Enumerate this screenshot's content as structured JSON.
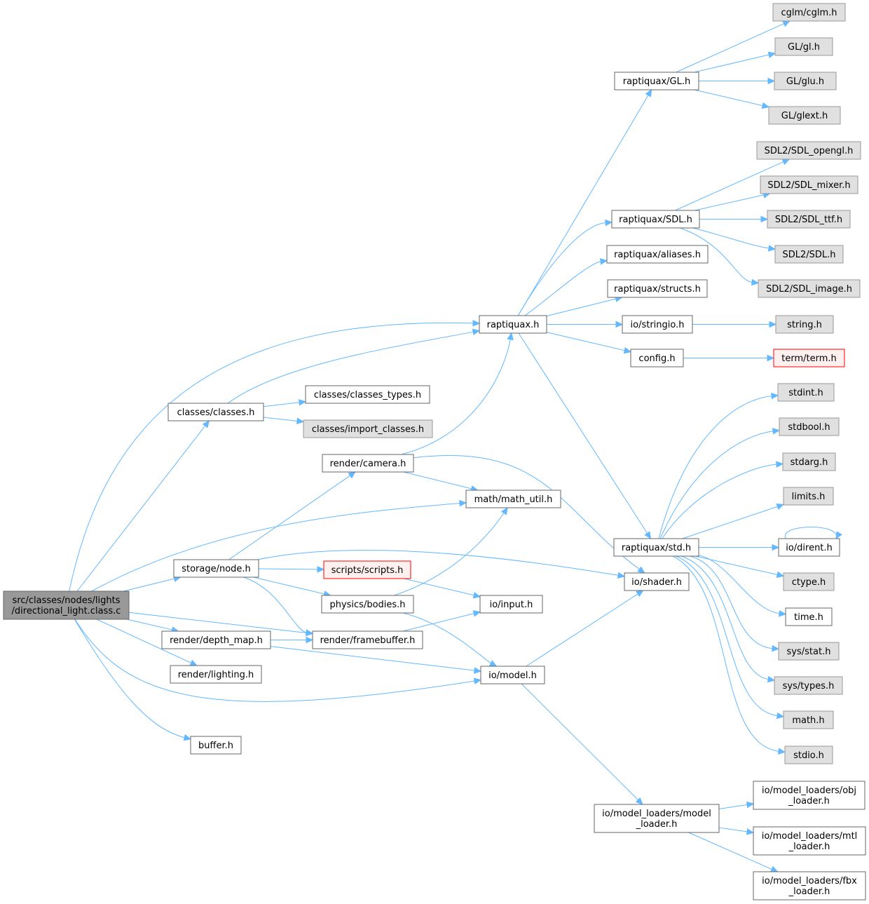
{
  "colors": {
    "edge": "#63b8ff",
    "root_fill": "#999999",
    "root_stroke": "#666666",
    "doc_fill": "#ffffff",
    "doc_stroke": "#666666",
    "system_fill": "#e0e0e0",
    "system_stroke": "#999999",
    "missing_fill": "#fff0f0",
    "missing_stroke": "#ff0000"
  },
  "nodes": {
    "root": {
      "lines": [
        "src/classes/nodes/lights",
        "/directional_light.class.c"
      ],
      "style": "root"
    },
    "raptiquax": {
      "lines": [
        "raptiquax.h"
      ],
      "style": "doc"
    },
    "rgl": {
      "lines": [
        "raptiquax/GL.h"
      ],
      "style": "doc"
    },
    "cglm": {
      "lines": [
        "cglm/cglm.h"
      ],
      "style": "system"
    },
    "glh": {
      "lines": [
        "GL/gl.h"
      ],
      "style": "system"
    },
    "gluh": {
      "lines": [
        "GL/glu.h"
      ],
      "style": "system"
    },
    "glexth": {
      "lines": [
        "GL/glext.h"
      ],
      "style": "system"
    },
    "rsdl": {
      "lines": [
        "raptiquax/SDL.h"
      ],
      "style": "doc"
    },
    "sdlopengl": {
      "lines": [
        "SDL2/SDL_opengl.h"
      ],
      "style": "system"
    },
    "sdlmixer": {
      "lines": [
        "SDL2/SDL_mixer.h"
      ],
      "style": "system"
    },
    "sdlttf": {
      "lines": [
        "SDL2/SDL_ttf.h"
      ],
      "style": "system"
    },
    "sdlh": {
      "lines": [
        "SDL2/SDL.h"
      ],
      "style": "system"
    },
    "sdlimage": {
      "lines": [
        "SDL2/SDL_image.h"
      ],
      "style": "system"
    },
    "raliases": {
      "lines": [
        "raptiquax/aliases.h"
      ],
      "style": "doc"
    },
    "rstructs": {
      "lines": [
        "raptiquax/structs.h"
      ],
      "style": "doc"
    },
    "stringio": {
      "lines": [
        "io/stringio.h"
      ],
      "style": "doc"
    },
    "stringh": {
      "lines": [
        "string.h"
      ],
      "style": "system"
    },
    "config": {
      "lines": [
        "config.h"
      ],
      "style": "doc"
    },
    "term": {
      "lines": [
        "term/term.h"
      ],
      "style": "missing"
    },
    "classes": {
      "lines": [
        "classes/classes.h"
      ],
      "style": "doc"
    },
    "classestypes": {
      "lines": [
        "classes/classes_types.h"
      ],
      "style": "doc"
    },
    "importclasses": {
      "lines": [
        "classes/import_classes.h"
      ],
      "style": "system"
    },
    "camera": {
      "lines": [
        "render/camera.h"
      ],
      "style": "doc"
    },
    "mathutil": {
      "lines": [
        "math/math_util.h"
      ],
      "style": "doc"
    },
    "rstd": {
      "lines": [
        "raptiquax/std.h"
      ],
      "style": "doc"
    },
    "stdint": {
      "lines": [
        "stdint.h"
      ],
      "style": "system"
    },
    "stdbool": {
      "lines": [
        "stdbool.h"
      ],
      "style": "system"
    },
    "stdarg": {
      "lines": [
        "stdarg.h"
      ],
      "style": "system"
    },
    "limits": {
      "lines": [
        "limits.h"
      ],
      "style": "system"
    },
    "dirent": {
      "lines": [
        "io/dirent.h"
      ],
      "style": "doc"
    },
    "ctype": {
      "lines": [
        "ctype.h"
      ],
      "style": "system"
    },
    "timeh": {
      "lines": [
        "time.h"
      ],
      "style": "doc"
    },
    "sysstat": {
      "lines": [
        "sys/stat.h"
      ],
      "style": "system"
    },
    "systypes": {
      "lines": [
        "sys/types.h"
      ],
      "style": "system"
    },
    "mathh": {
      "lines": [
        "math.h"
      ],
      "style": "system"
    },
    "stdio": {
      "lines": [
        "stdio.h"
      ],
      "style": "system"
    },
    "storagenode": {
      "lines": [
        "storage/node.h"
      ],
      "style": "doc"
    },
    "scripts": {
      "lines": [
        "scripts/scripts.h"
      ],
      "style": "missing"
    },
    "shader": {
      "lines": [
        "io/shader.h"
      ],
      "style": "doc"
    },
    "bodies": {
      "lines": [
        "physics/bodies.h"
      ],
      "style": "doc"
    },
    "input": {
      "lines": [
        "io/input.h"
      ],
      "style": "doc"
    },
    "depthmap": {
      "lines": [
        "render/depth_map.h"
      ],
      "style": "doc"
    },
    "framebuffer": {
      "lines": [
        "render/framebuffer.h"
      ],
      "style": "doc"
    },
    "lighting": {
      "lines": [
        "render/lighting.h"
      ],
      "style": "doc"
    },
    "model": {
      "lines": [
        "io/model.h"
      ],
      "style": "doc"
    },
    "buffer": {
      "lines": [
        "buffer.h"
      ],
      "style": "doc"
    },
    "modelloader": {
      "lines": [
        "io/model_loaders/model",
        "_loader.h"
      ],
      "style": "doc"
    },
    "objloader": {
      "lines": [
        "io/model_loaders/obj",
        "_loader.h"
      ],
      "style": "doc"
    },
    "mtlloader": {
      "lines": [
        "io/model_loaders/mtl",
        "_loader.h"
      ],
      "style": "doc"
    },
    "fbxloader": {
      "lines": [
        "io/model_loaders/fbx",
        "_loader.h"
      ],
      "style": "doc"
    }
  },
  "edges": [
    [
      "root",
      "raptiquax"
    ],
    [
      "root",
      "classes"
    ],
    [
      "root",
      "mathutil"
    ],
    [
      "root",
      "storagenode"
    ],
    [
      "root",
      "framebuffer"
    ],
    [
      "root",
      "depthmap"
    ],
    [
      "root",
      "lighting"
    ],
    [
      "root",
      "model"
    ],
    [
      "root",
      "buffer"
    ],
    [
      "raptiquax",
      "rgl"
    ],
    [
      "raptiquax",
      "rsdl"
    ],
    [
      "raptiquax",
      "raliases"
    ],
    [
      "raptiquax",
      "rstructs"
    ],
    [
      "raptiquax",
      "stringio"
    ],
    [
      "raptiquax",
      "config"
    ],
    [
      "raptiquax",
      "rstd"
    ],
    [
      "rgl",
      "cglm"
    ],
    [
      "rgl",
      "glh"
    ],
    [
      "rgl",
      "gluh"
    ],
    [
      "rgl",
      "glexth"
    ],
    [
      "rsdl",
      "sdlopengl"
    ],
    [
      "rsdl",
      "sdlmixer"
    ],
    [
      "rsdl",
      "sdlttf"
    ],
    [
      "rsdl",
      "sdlh"
    ],
    [
      "rsdl",
      "sdlimage"
    ],
    [
      "stringio",
      "stringh"
    ],
    [
      "config",
      "term"
    ],
    [
      "classes",
      "raptiquax"
    ],
    [
      "classes",
      "classestypes"
    ],
    [
      "classes",
      "importclasses"
    ],
    [
      "camera",
      "raptiquax"
    ],
    [
      "camera",
      "mathutil"
    ],
    [
      "camera",
      "shader"
    ],
    [
      "rstd",
      "stdint"
    ],
    [
      "rstd",
      "stdbool"
    ],
    [
      "rstd",
      "stdarg"
    ],
    [
      "rstd",
      "limits"
    ],
    [
      "rstd",
      "dirent"
    ],
    [
      "rstd",
      "ctype"
    ],
    [
      "rstd",
      "timeh"
    ],
    [
      "rstd",
      "sysstat"
    ],
    [
      "rstd",
      "systypes"
    ],
    [
      "rstd",
      "mathh"
    ],
    [
      "rstd",
      "stdio"
    ],
    [
      "dirent",
      "dirent"
    ],
    [
      "storagenode",
      "camera"
    ],
    [
      "storagenode",
      "shader"
    ],
    [
      "storagenode",
      "scripts"
    ],
    [
      "storagenode",
      "bodies"
    ],
    [
      "storagenode",
      "framebuffer"
    ],
    [
      "scripts",
      "input"
    ],
    [
      "bodies",
      "mathutil"
    ],
    [
      "bodies",
      "model"
    ],
    [
      "depthmap",
      "framebuffer"
    ],
    [
      "depthmap",
      "model"
    ],
    [
      "framebuffer",
      "input"
    ],
    [
      "model",
      "shader"
    ],
    [
      "model",
      "modelloader"
    ],
    [
      "modelloader",
      "objloader"
    ],
    [
      "modelloader",
      "mtlloader"
    ],
    [
      "modelloader",
      "fbxloader"
    ]
  ]
}
